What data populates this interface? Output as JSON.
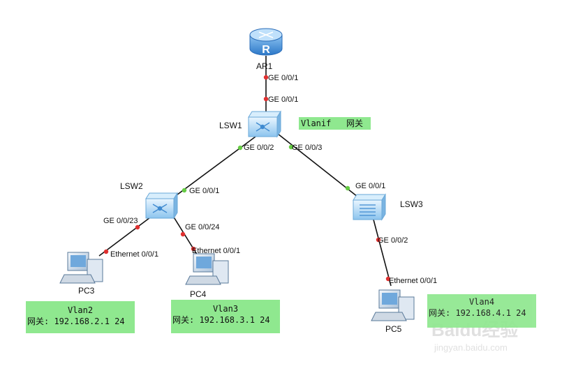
{
  "devices": {
    "router": {
      "name": "AR1"
    },
    "core_switch": {
      "name": "LSW1"
    },
    "switch_left": {
      "name": "LSW2"
    },
    "switch_right": {
      "name": "LSW3"
    },
    "pc3": {
      "name": "PC3"
    },
    "pc4": {
      "name": "PC4"
    },
    "pc5": {
      "name": "PC5"
    }
  },
  "ports": {
    "ar1_down": "GE 0/0/1",
    "lsw1_up": "GE 0/0/1",
    "lsw1_left": "GE 0/0/2",
    "lsw1_right": "GE 0/0/3",
    "lsw2_up": "GE 0/0/1",
    "lsw2_pc3": "GE 0/0/23",
    "lsw2_pc4": "GE 0/0/24",
    "pc3_eth": "Ethernet 0/0/1",
    "pc4_eth": "Ethernet 0/0/1",
    "lsw3_up": "GE 0/0/1",
    "lsw3_pc5": "GE 0/0/2",
    "pc5_eth": "Ethernet 0/0/1"
  },
  "notes": {
    "vlanif": "Vlanif   网关",
    "vlan2": {
      "title": "Vlan2",
      "addr": "网关: 192.168.2.1 24"
    },
    "vlan3": {
      "title": "Vlan3",
      "addr": "网关: 192.168.3.1 24"
    },
    "vlan4": {
      "title": "Vlan4",
      "addr": "网关: 192.168.4.1 24"
    }
  },
  "watermark": {
    "brand": "Baidu经验",
    "url": "jingyan.baidu.com"
  },
  "colors": {
    "link": "#111111",
    "port_dot_red": "#e03030",
    "port_dot_green": "#66cc44",
    "device_blue": "#5aa0e0",
    "note_bg": "#8fe88f"
  }
}
